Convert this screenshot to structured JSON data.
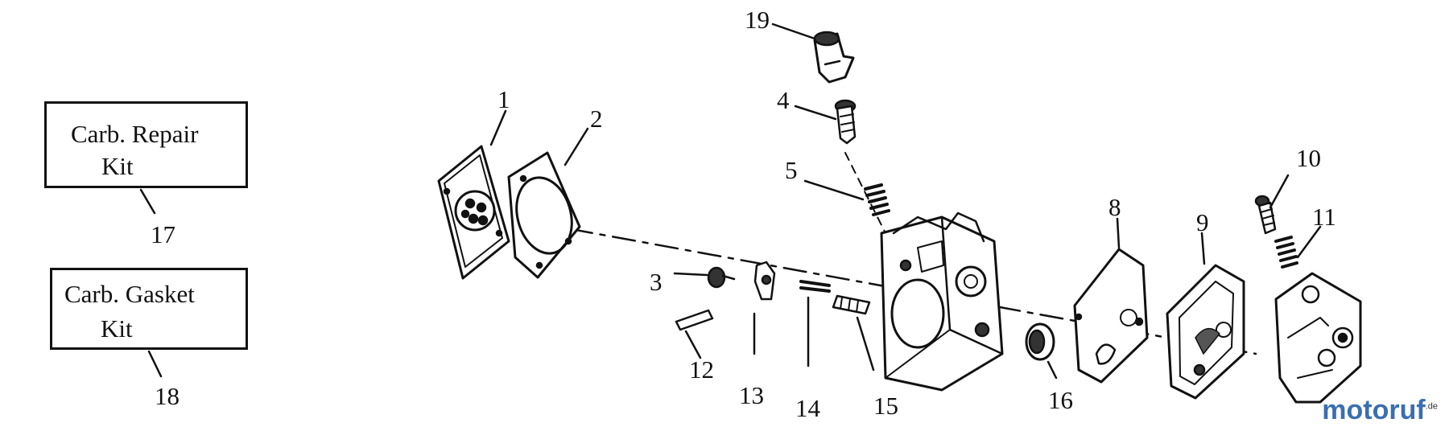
{
  "kits": {
    "repair": {
      "line1": "Carb. Repair",
      "line2": "Kit",
      "number": "17"
    },
    "gasket": {
      "line1": "Carb. Gasket",
      "line2": "Kit",
      "number": "18"
    }
  },
  "callouts": {
    "c1": "1",
    "c2": "2",
    "c3": "3",
    "c4": "4",
    "c5": "5",
    "c8": "8",
    "c9": "9",
    "c10": "10",
    "c11": "11",
    "c12": "12",
    "c13": "13",
    "c14": "14",
    "c15": "15",
    "c16": "16",
    "c19": "19"
  },
  "watermark": {
    "main": "motoruf",
    "suffix": ".de",
    "color_main": "#3a6fb0",
    "color_accent": "#e07b1a"
  }
}
